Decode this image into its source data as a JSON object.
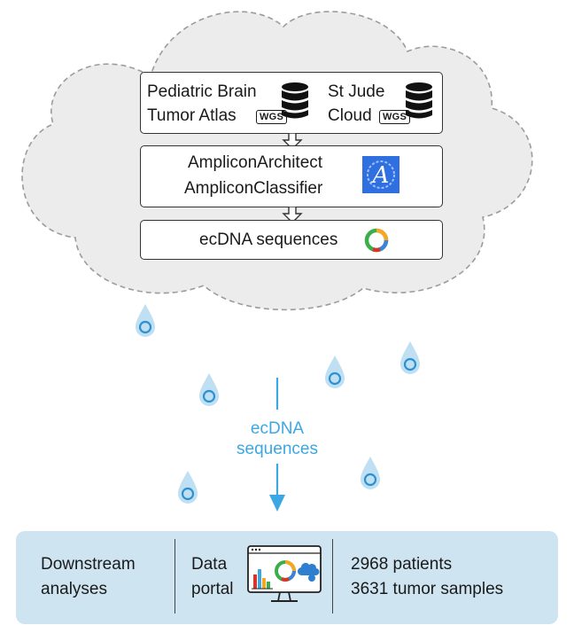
{
  "sources": {
    "left_line1": "Pediatric Brain",
    "left_line2": "Tumor Atlas",
    "left_badge": "WGS",
    "right_line1": "St Jude",
    "right_line2": "Cloud",
    "right_badge": "WGS"
  },
  "tools": {
    "line1": "AmpliconArchitect",
    "line2": "AmpliconClassifier"
  },
  "output": {
    "label": "ecDNA sequences"
  },
  "rain": {
    "label_line1": "ecDNA",
    "label_line2": "sequences"
  },
  "bottom_panel": {
    "section1_line1": "Downstream",
    "section1_line2": "analyses",
    "section2_line1": "Data",
    "section2_line2": "portal",
    "section3_line1": "2968 patients",
    "section3_line2": "3631 tumor samples"
  },
  "colors": {
    "accent_blue": "#3ba7e3",
    "panel_bg": "#cfe4f1",
    "cloud_fill": "#ececec",
    "cloud_border": "#9c9c9c",
    "ring_green": "#3aae4a",
    "ring_red": "#d9342b",
    "ring_blue": "#3b82d8",
    "ring_orange": "#f5a623"
  },
  "icons": {
    "database": "database-icon",
    "amplicon_logo": "amplicon-architect-logo",
    "ecdna_ring": "ecdna-ring-icon",
    "droplet": "water-droplet-icon",
    "monitor": "data-portal-monitor-icon"
  }
}
